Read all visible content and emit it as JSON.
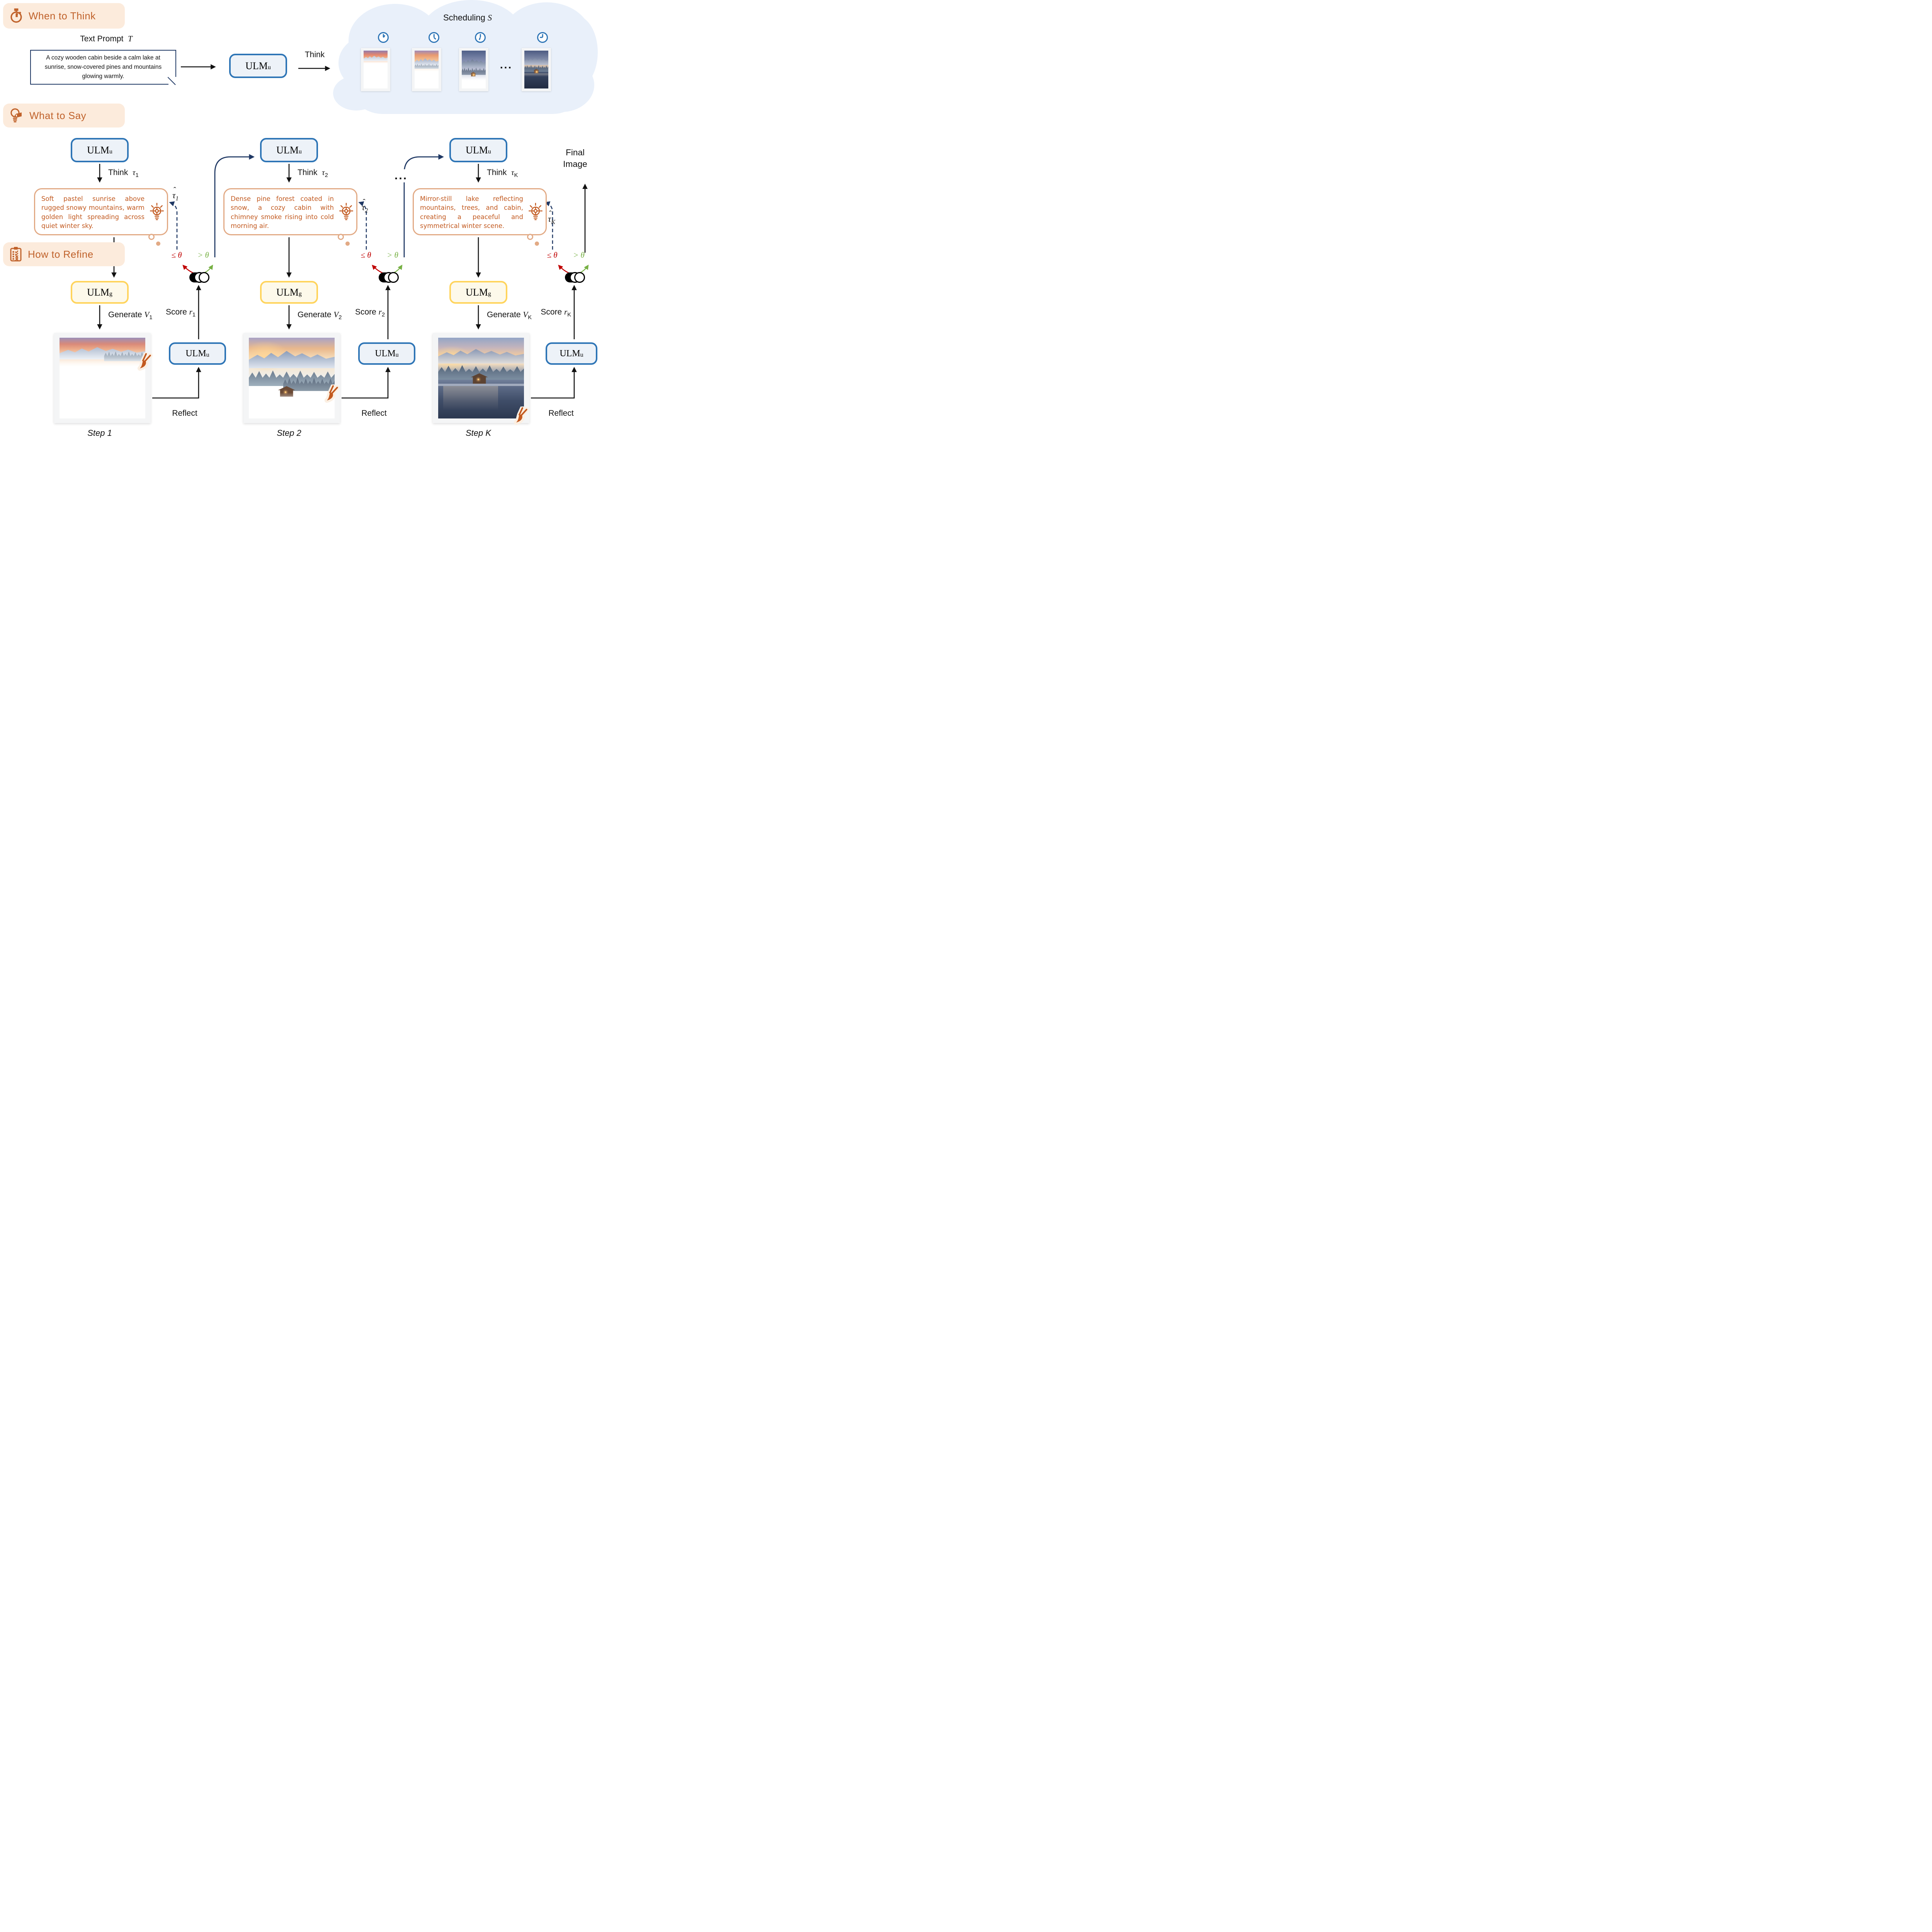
{
  "figure": {
    "badges": {
      "when": "When to Think",
      "what": "What to Say",
      "how": "How to Refine"
    },
    "prompt": {
      "label": "Text Prompt",
      "var": "T",
      "text": "A cozy wooden cabin beside a calm lake at sunrise, snow-covered pines and mountains glowing warmly."
    },
    "model_boxes": {
      "ulm": "ULM",
      "understand_sub": "u",
      "generate_sub": "g"
    },
    "cloud": {
      "title": "Scheduling",
      "var": "S"
    },
    "labels": {
      "think": "Think",
      "generate": "Generate",
      "score": "Score",
      "reflect": "Reflect",
      "tau": "τ",
      "r_var": "r",
      "v_var": "V",
      "hat": "ˆ",
      "le_theta": "≤ θ",
      "gt_theta": "> θ",
      "ellipsis": "...",
      "final_line1": "Final",
      "final_line2": "Image"
    },
    "columns": [
      {
        "index": "1",
        "bubble": "Soft pastel sunrise above rugged snowy mountains, warm golden light spreading across quiet winter sky.",
        "step": "Step 1"
      },
      {
        "index": "2",
        "bubble": "Dense pine forest coated in snow, a cozy cabin with chimney smoke rising into cold morning air.",
        "step": "Step 2"
      },
      {
        "index": "K",
        "bubble": "Mirror-still lake reflecting mountains, trees, and cabin, creating a peaceful and symmetrical winter scene.",
        "step": "Step K"
      }
    ],
    "colors": {
      "accent_orange": "#C0622B",
      "bubble_text": "#C2591F",
      "bubble_border": "#E2AA85",
      "badge_bg": "#FCEBDC",
      "blue_border": "#2E75B6",
      "navy": "#1F3864",
      "yellow_border": "#FFD45C",
      "red": "#C00000",
      "green": "#76B043",
      "cloud_bg": "#E9F0FA"
    },
    "icons": [
      "stopwatch-icon",
      "lightbulb-pencil-icon",
      "clipboard-icon",
      "clock-icon",
      "lightbulb-gear-icon",
      "paintbrush-icon",
      "toggle-icon",
      "thought-dots-icon"
    ]
  }
}
